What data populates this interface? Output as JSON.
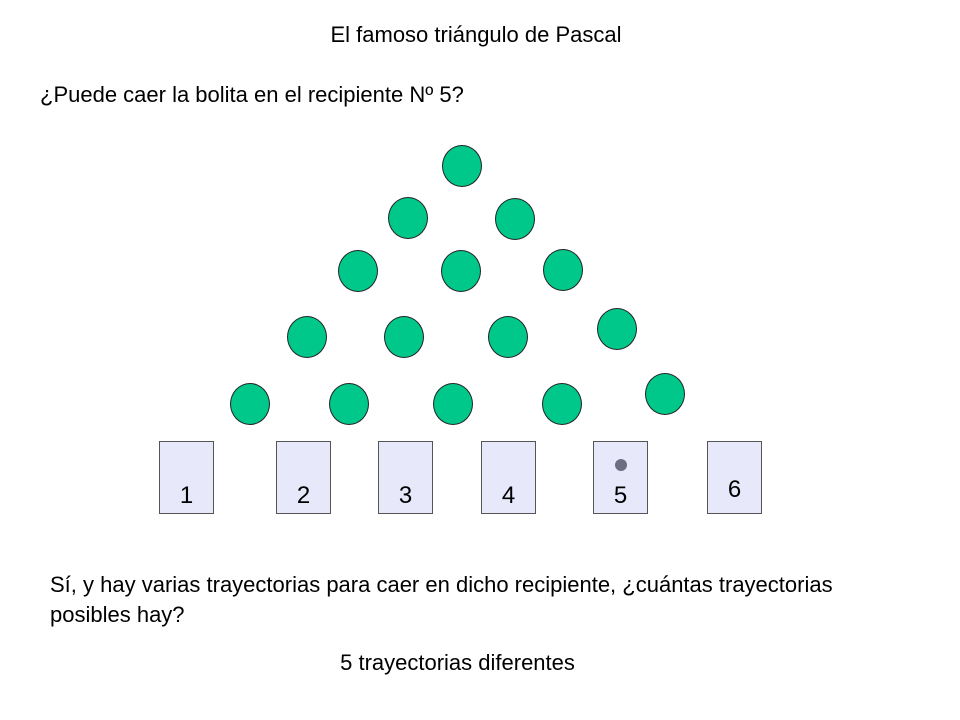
{
  "title": "El famoso triángulo de Pascal",
  "question": "¿Puede caer la bolita en el recipiente Nº 5?",
  "answer": "Sí, y hay varias trayectorias para caer en dicho recipiente, ¿cuántas trayectorias posibles hay?",
  "result": "5 trayectorias diferentes",
  "colors": {
    "peg": "#00c88a",
    "bin": "#e8e8fb",
    "ball": "#6e6e82"
  },
  "bins": [
    {
      "label": "1"
    },
    {
      "label": "2"
    },
    {
      "label": "3"
    },
    {
      "label": "4"
    },
    {
      "label": "5",
      "has_ball": true
    },
    {
      "label": "6"
    }
  ]
}
